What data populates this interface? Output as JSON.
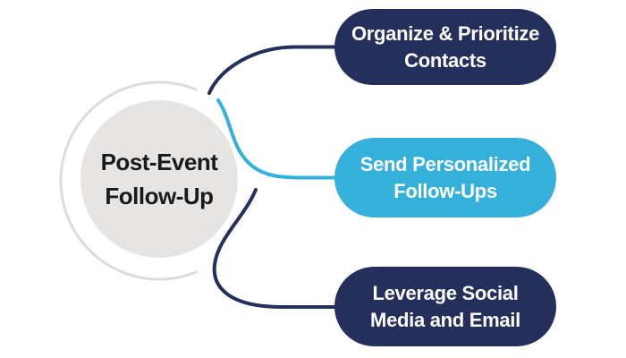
{
  "diagram": {
    "hub": {
      "title_line1": "Post-Event",
      "title_line2": "Follow-Up"
    },
    "nodes": [
      {
        "id": "organize-prioritize-contacts",
        "line1": "Organize & Prioritize",
        "line2": "Contacts"
      },
      {
        "id": "send-personalized-follow-ups",
        "line1": "Send Personalized",
        "line2": "Follow-Ups"
      },
      {
        "id": "leverage-social-media-email",
        "line1": "Leverage Social",
        "line2": "Media and Email"
      }
    ],
    "colors": {
      "navy": "#242f5c",
      "blue": "#35b0da",
      "circle_fill": "#e6e5e3",
      "ring_gray": "#dcdcdc",
      "hub_text": "#1a1a1a",
      "node_text": "#ffffff",
      "background": "#ffffff"
    }
  }
}
